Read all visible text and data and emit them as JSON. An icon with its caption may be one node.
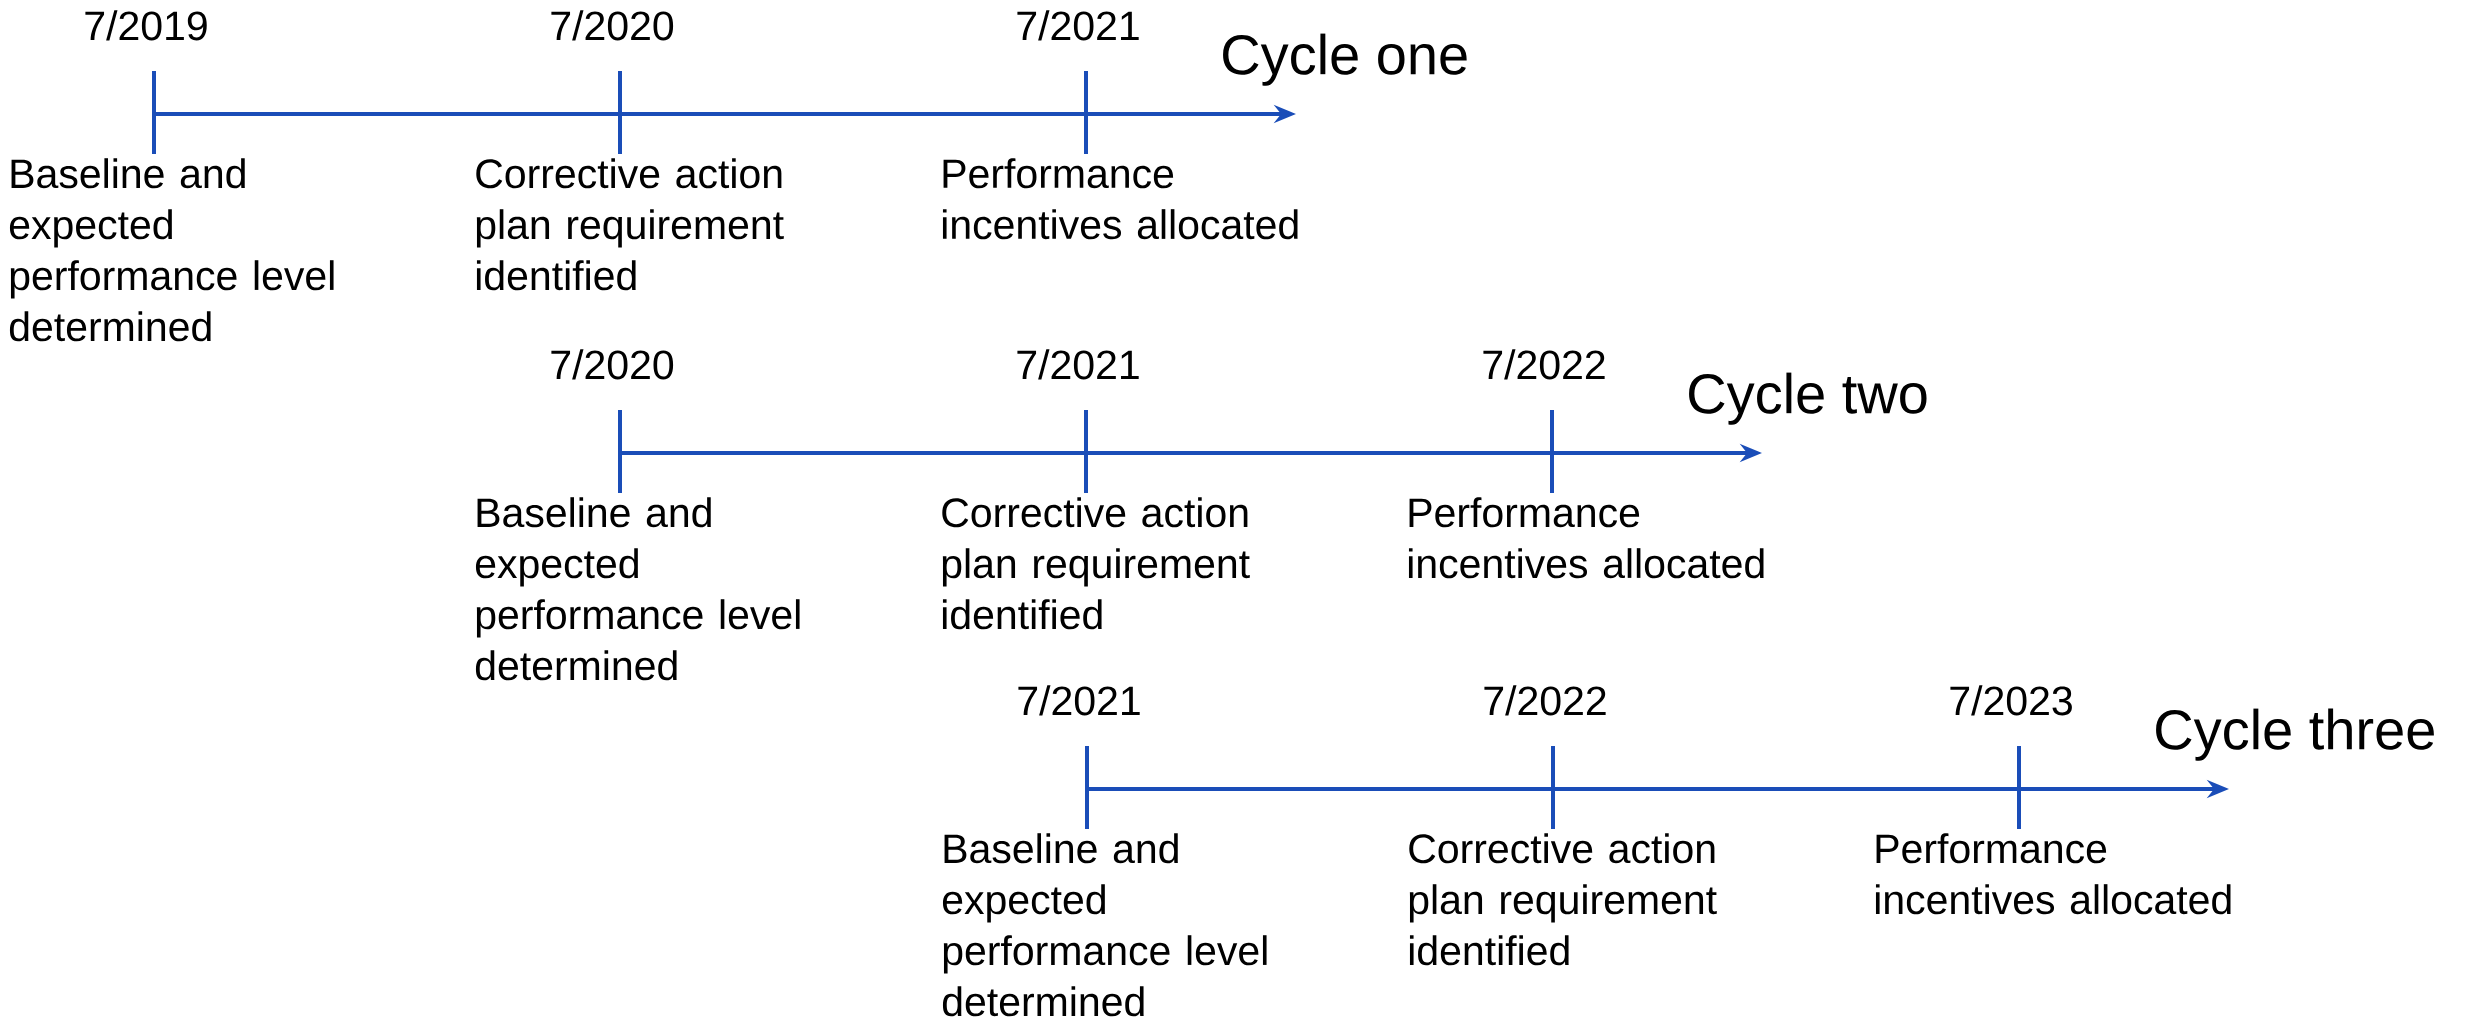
{
  "diagram": {
    "nodes": [
      {
        "text": [
          "7/2019",
          "Baseline and expected performance level determined"
        ]
      },
      {
        "text": [
          "7/2020",
          "Corrective action plan requirement identified"
        ]
      },
      {
        "text": [
          "7/2021",
          "Performance incentives allocated"
        ]
      },
      {
        "text": [
          "7/2020",
          "Baseline and expected performance level determined"
        ]
      },
      {
        "text": [
          "7/2021",
          "Corrective action plan requirement identified"
        ]
      },
      {
        "text": [
          "7/2022",
          "Performance incentives allocated"
        ]
      },
      {
        "text": [
          "7/2021",
          "Baseline and expected performance level determined"
        ]
      },
      {
        "text": [
          "7/2022",
          "Corrective action plan requirement identified"
        ]
      },
      {
        "text": [
          "7/2023",
          "Performance incentives allocated"
        ]
      },
      {
        "text": [
          "Cycle one"
        ]
      },
      {
        "text": [
          "Cycle two"
        ]
      },
      {
        "text": [
          "Cycle three"
        ]
      }
    ],
    "edges": [
      {
        "from": 0,
        "to": 1,
        "arrow": "none"
      },
      {
        "from": 1,
        "to": 2,
        "arrow": "none"
      },
      {
        "from": 2,
        "to": 9,
        "arrow": "to"
      },
      {
        "from": 3,
        "to": 4,
        "arrow": "none"
      },
      {
        "from": 4,
        "to": 5,
        "arrow": "none"
      },
      {
        "from": 5,
        "to": 10,
        "arrow": "to"
      },
      {
        "from": 6,
        "to": 7,
        "arrow": "none"
      },
      {
        "from": 7,
        "to": 8,
        "arrow": "none"
      },
      {
        "from": 8,
        "to": 11,
        "arrow": "to"
      }
    ]
  }
}
